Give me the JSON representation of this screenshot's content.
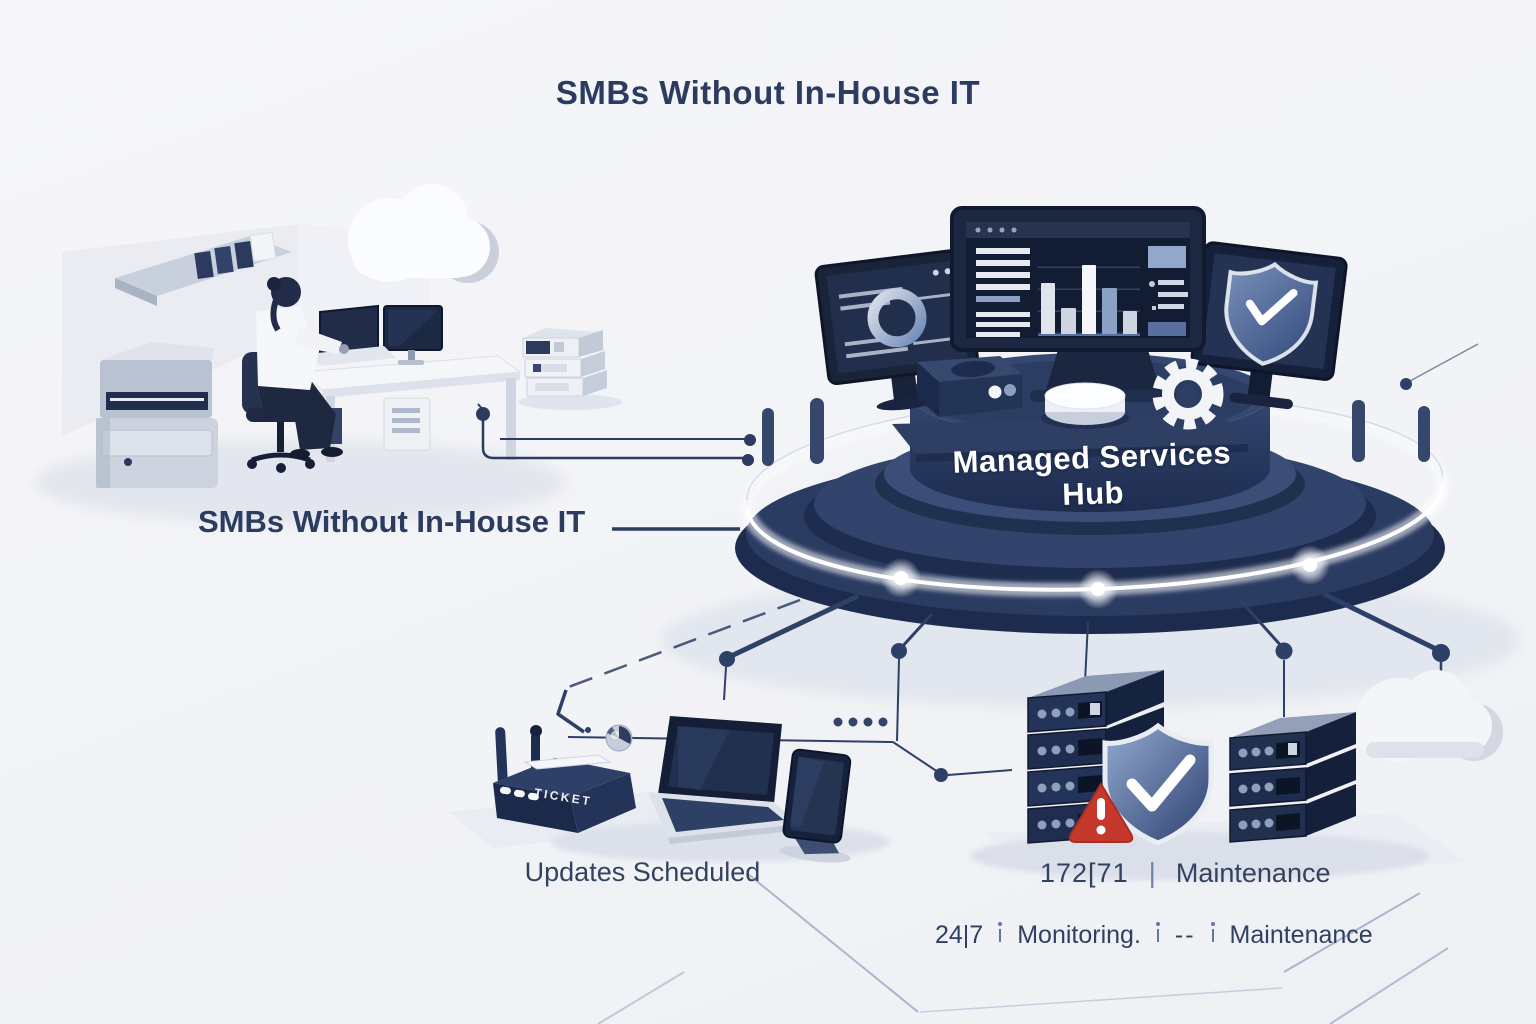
{
  "title": "SMBs Without In-House IT",
  "office": {
    "caption": "SMBs Without In-House IT"
  },
  "hub": {
    "label": "Managed Services Hub",
    "dashboard_chart": {
      "type": "bar",
      "values": [
        58,
        30,
        78,
        52,
        26
      ],
      "colors": [
        "#dfe3ea",
        "#cfd5e0",
        "#f4f6f9",
        "#8ba0c5",
        "#cfd5e0"
      ]
    }
  },
  "edge_left": {
    "router_label": "TICKET",
    "caption": "Updates Scheduled"
  },
  "edge_right": {
    "counter": "172[71",
    "divider": "|",
    "caption": "Maintenance"
  },
  "footer": {
    "hours": "24|7",
    "monitoring": "Monitoring.",
    "dashes": "--",
    "maintenance": "Maintenance"
  },
  "colors": {
    "background": "#f3f4f7",
    "navy": "#24335a",
    "text": "#2e3f63",
    "alert_red": "#c3392b",
    "glow": "#ffffff"
  }
}
